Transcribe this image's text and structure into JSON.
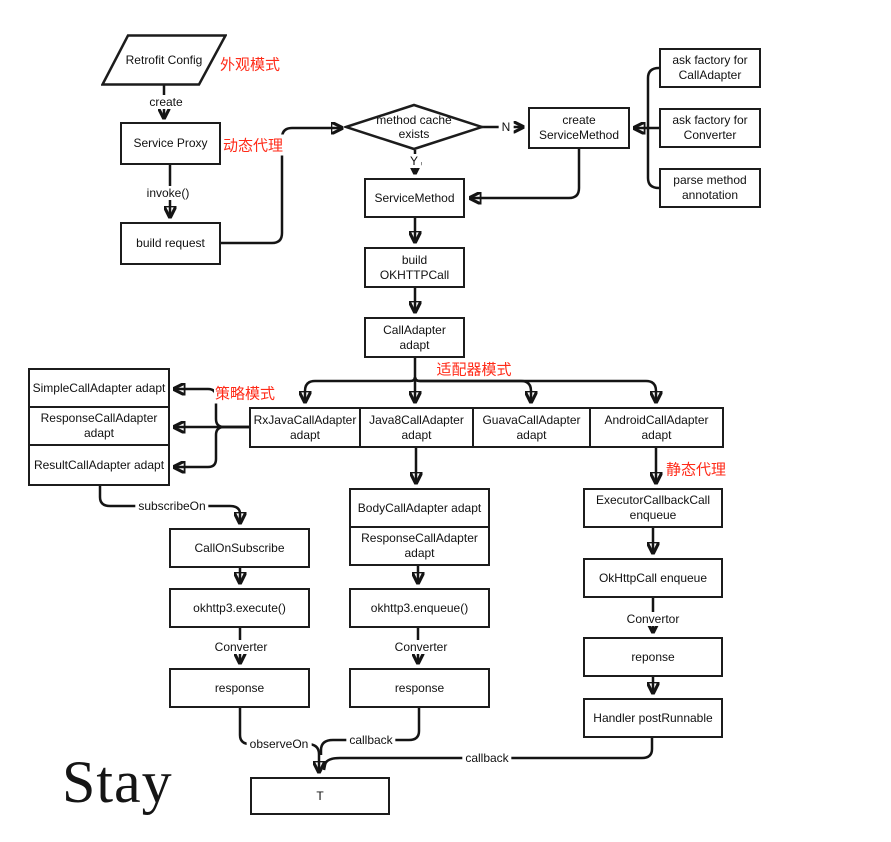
{
  "colors": {
    "annotation_red": "#ff2a18",
    "line_black": "#141414"
  },
  "nodes": {
    "retrofit_config": "Retrofit Config",
    "service_proxy": "Service Proxy",
    "build_request": "build request",
    "method_cache": "method cache exists",
    "create_service_method": "create ServiceMethod",
    "service_method": "ServiceMethod",
    "ask_factory_call_adapter": "ask factory for CallAdapter",
    "ask_factory_converter": "ask factory for Converter",
    "parse_method_annotation": "parse method annotation",
    "build_okhttp_call": "build OKHTTPCall",
    "call_adapter_adapt": "CallAdapter adapt",
    "rxjava_call_adapter": "RxJavaCallAdapter adapt",
    "java8_call_adapter": "Java8CallAdapter adapt",
    "guava_call_adapter": "GuavaCallAdapter adapt",
    "android_call_adapter": "AndroidCallAdapter adapt",
    "simple_call_adapter": "SimpleCallAdapter adapt",
    "response_call_adapter_left": "ResponseCallAdapter adapt",
    "result_call_adapter": "ResultCallAdapter adapt",
    "call_on_subscribe": "CallOnSubscribe",
    "okhttp3_execute": "okhttp3.execute()",
    "response_left": "response",
    "body_call_adapter": "BodyCallAdapter adapt",
    "response_call_adapter_mid": "ResponseCallAdapter adapt",
    "okhttp3_enqueue": "okhttp3.enqueue()",
    "response_mid": "response",
    "executor_callback_call": "ExecutorCallbackCall enqueue",
    "okhttp_call_enqueue": "OkHttpCall enqueue",
    "reponse": "reponse",
    "handler_post_runnable": "Handler postRunnable",
    "t_box": "T"
  },
  "edge_labels": {
    "create": "create",
    "invoke": "invoke()",
    "no": "N",
    "yes": "Y",
    "subscribe_on": "subscribeOn",
    "converter_left": "Converter",
    "converter_mid": "Converter",
    "convertor_right": "Convertor",
    "observe_on": "observeOn",
    "callback_mid": "callback",
    "callback_right": "callback"
  },
  "annotations": {
    "facade_pattern": "外观模式",
    "dynamic_proxy": "动态代理",
    "adapter_pattern": "适配器模式",
    "strategy_pattern": "策略模式",
    "static_proxy": "静态代理"
  },
  "watermark": "Stay"
}
